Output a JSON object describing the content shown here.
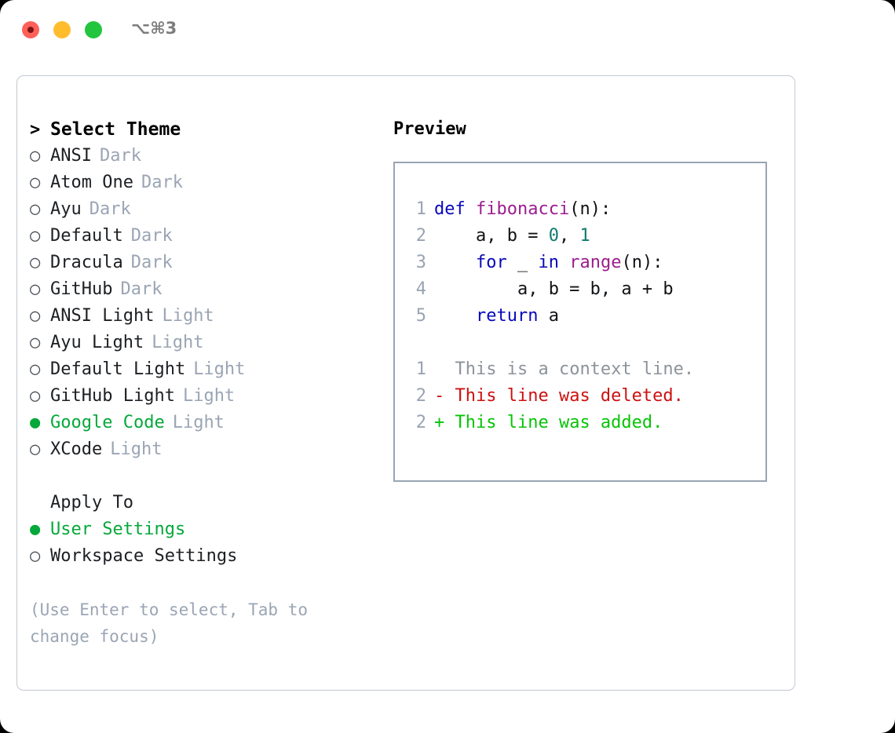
{
  "titlebar": {
    "shortcut": "⌥⌘3",
    "lights": [
      "close-red",
      "minimize-yellow",
      "zoom-green"
    ]
  },
  "theme_picker": {
    "heading": {
      "marker": ">",
      "label": "Select Theme"
    },
    "items": [
      {
        "marker": "○",
        "label": "ANSI",
        "tag": "Dark",
        "selected": false
      },
      {
        "marker": "○",
        "label": "Atom One",
        "tag": "Dark",
        "selected": false
      },
      {
        "marker": "○",
        "label": "Ayu",
        "tag": "Dark",
        "selected": false
      },
      {
        "marker": "○",
        "label": "Default",
        "tag": "Dark",
        "selected": false
      },
      {
        "marker": "○",
        "label": "Dracula",
        "tag": "Dark",
        "selected": false
      },
      {
        "marker": "○",
        "label": "GitHub",
        "tag": "Dark",
        "selected": false
      },
      {
        "marker": "○",
        "label": "ANSI Light",
        "tag": "Light",
        "selected": false
      },
      {
        "marker": "○",
        "label": "Ayu Light",
        "tag": "Light",
        "selected": false
      },
      {
        "marker": "○",
        "label": "Default Light",
        "tag": "Light",
        "selected": false
      },
      {
        "marker": "○",
        "label": "GitHub Light",
        "tag": "Light",
        "selected": false
      },
      {
        "marker": "●",
        "label": "Google Code",
        "tag": "Light",
        "selected": true
      },
      {
        "marker": "○",
        "label": "XCode",
        "tag": "Light",
        "selected": false
      }
    ]
  },
  "apply_to": {
    "heading": {
      "marker": "",
      "label": "Apply To"
    },
    "items": [
      {
        "marker": "●",
        "label": "User Settings",
        "selected": true
      },
      {
        "marker": "○",
        "label": "Workspace Settings",
        "selected": false
      }
    ]
  },
  "hint": "(Use Enter to select, Tab to change focus)",
  "preview": {
    "title": "Preview",
    "code_lines": [
      {
        "num": "1",
        "tokens": [
          {
            "t": "def ",
            "c": "kw"
          },
          {
            "t": "fibonacci",
            "c": "fn"
          },
          {
            "t": "(n):",
            "c": "punc"
          }
        ]
      },
      {
        "num": "2",
        "tokens": [
          {
            "t": "    a, b = ",
            "c": "txt"
          },
          {
            "t": "0",
            "c": "num"
          },
          {
            "t": ", ",
            "c": "txt"
          },
          {
            "t": "1",
            "c": "num"
          }
        ]
      },
      {
        "num": "3",
        "tokens": [
          {
            "t": "    ",
            "c": "txt"
          },
          {
            "t": "for",
            "c": "kw"
          },
          {
            "t": " _ ",
            "c": "txt"
          },
          {
            "t": "in",
            "c": "kw"
          },
          {
            "t": " ",
            "c": "txt"
          },
          {
            "t": "range",
            "c": "fn"
          },
          {
            "t": "(n):",
            "c": "punc"
          }
        ]
      },
      {
        "num": "4",
        "tokens": [
          {
            "t": "        a, b = b, a + b",
            "c": "txt"
          }
        ]
      },
      {
        "num": "5",
        "tokens": [
          {
            "t": "    ",
            "c": "txt"
          },
          {
            "t": "return",
            "c": "kw"
          },
          {
            "t": " a",
            "c": "txt"
          }
        ]
      }
    ],
    "diff_lines": [
      {
        "num": "1",
        "sign": "  ",
        "text": "This is a context line.",
        "kind": "ctx"
      },
      {
        "num": "2",
        "sign": "- ",
        "text": "This line was deleted.",
        "kind": "del"
      },
      {
        "num": "2",
        "sign": "+ ",
        "text": "This line was added.",
        "kind": "add"
      }
    ]
  },
  "colors": {
    "accent_green": "#05a838",
    "muted": "#9aa5b4",
    "border": "#98a4b3",
    "card_border": "#c3c9d2",
    "keyword": "#0808bb",
    "function": "#9b1d8f",
    "number": "#0f7a6e",
    "diff_delete": "#cc1111",
    "diff_add": "#06c406",
    "light_red": "#ff6159",
    "light_yellow": "#ffbd2e",
    "light_green": "#23c53f"
  }
}
